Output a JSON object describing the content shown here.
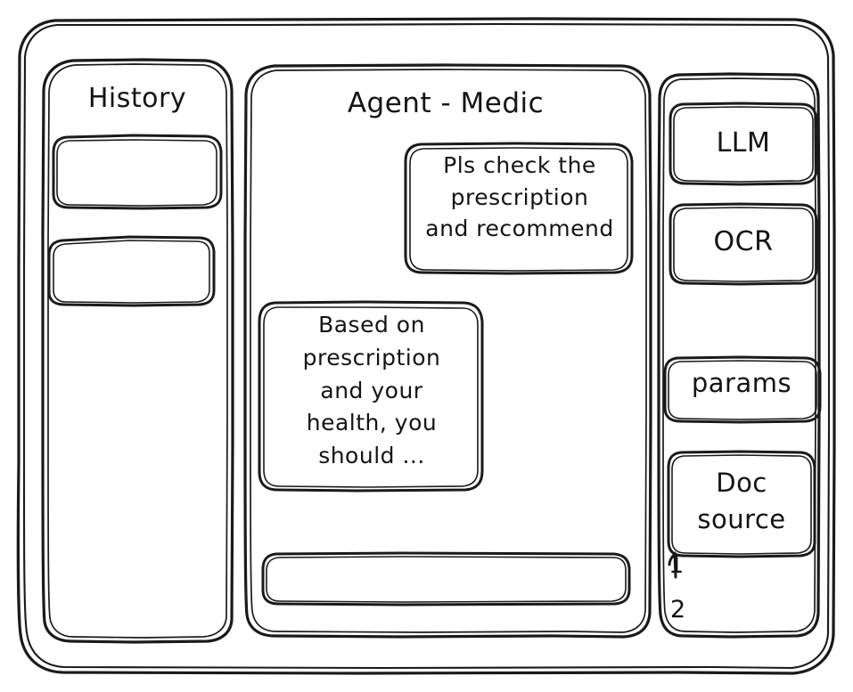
{
  "window": {
    "style": "hand-drawn-wireframe",
    "stroke_color": "#1a1a1a",
    "background_color": "#ffffff"
  },
  "history_panel": {
    "title": "History",
    "items": [
      {
        "label": "",
        "name": "history-card-1"
      },
      {
        "label": "",
        "name": "history-card-2"
      }
    ]
  },
  "agent_panel": {
    "title": "Agent - Medic",
    "messages": [
      {
        "role": "user",
        "text": "Pls check the\nprescription\nand recommend",
        "align": "right"
      },
      {
        "role": "assistant",
        "text": "Based on\nprescription\nand your\nhealth, you\nshould ...",
        "align": "left"
      }
    ],
    "composer": {
      "value": "",
      "placeholder": ""
    }
  },
  "tools_panel": {
    "buttons": [
      {
        "label": "LLM"
      },
      {
        "label": "OCR"
      },
      {
        "label": "params"
      },
      {
        "label": "Doc\nsource"
      }
    ],
    "doc_sources": [
      {
        "label": "1"
      },
      {
        "label": "2"
      }
    ]
  }
}
